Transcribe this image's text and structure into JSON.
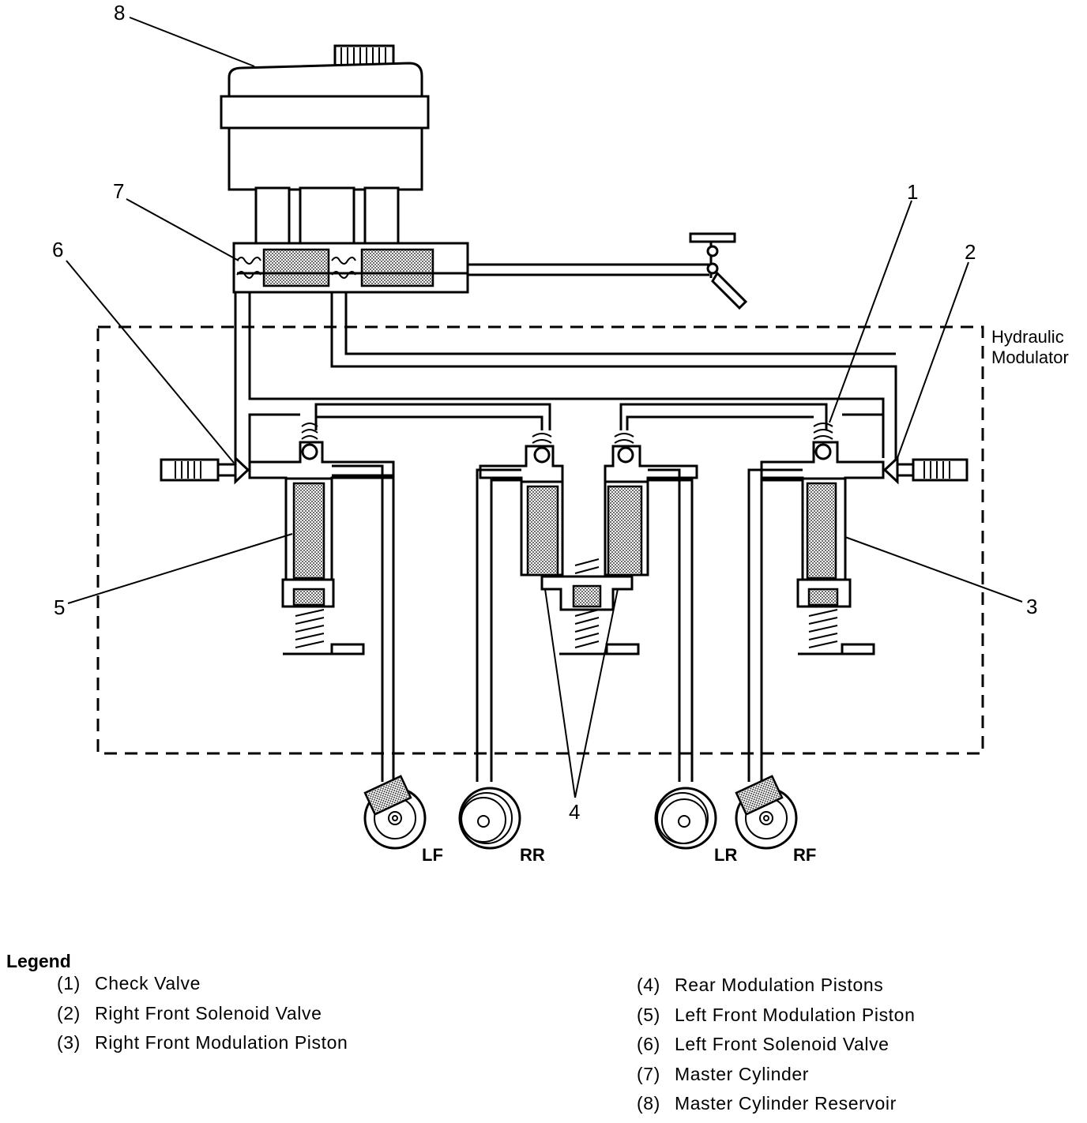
{
  "diagram": {
    "callouts": [
      "1",
      "2",
      "3",
      "4",
      "5",
      "6",
      "7",
      "8"
    ],
    "box_label": [
      "Hydraulic",
      "Modulator"
    ],
    "wheels": [
      "LF",
      "RR",
      "LR",
      "RF"
    ]
  },
  "legend": {
    "title": "Legend",
    "items": [
      {
        "num": "(1)",
        "text": "Check Valve"
      },
      {
        "num": "(2)",
        "text": "Right Front Solenoid Valve"
      },
      {
        "num": "(3)",
        "text": "Right Front Modulation Piston"
      },
      {
        "num": "(4)",
        "text": "Rear Modulation Pistons"
      },
      {
        "num": "(5)",
        "text": "Left Front Modulation Piston"
      },
      {
        "num": "(6)",
        "text": "Left Front Solenoid Valve"
      },
      {
        "num": "(7)",
        "text": "Master Cylinder"
      },
      {
        "num": "(8)",
        "text": "Master Cylinder Reservoir"
      }
    ]
  }
}
